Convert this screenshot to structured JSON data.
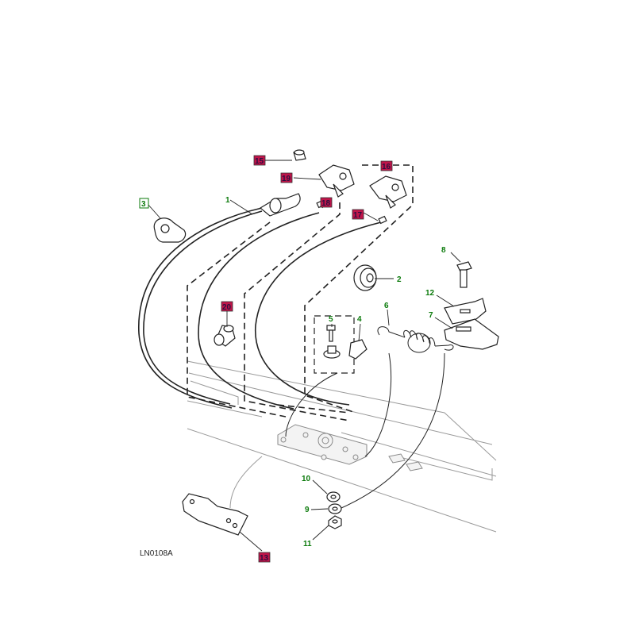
{
  "diagram_code": "LN0108A",
  "callouts": [
    {
      "id": "c1",
      "text": "1",
      "style": "green"
    },
    {
      "id": "c2",
      "text": "2",
      "style": "green"
    },
    {
      "id": "c3",
      "text": "3",
      "style": "green-box"
    },
    {
      "id": "c4",
      "text": "4",
      "style": "green"
    },
    {
      "id": "c5",
      "text": "5",
      "style": "green"
    },
    {
      "id": "c6",
      "text": "6",
      "style": "green"
    },
    {
      "id": "c7",
      "text": "7",
      "style": "green"
    },
    {
      "id": "c8",
      "text": "8",
      "style": "green"
    },
    {
      "id": "c9",
      "text": "9",
      "style": "green"
    },
    {
      "id": "c10",
      "text": "10",
      "style": "green"
    },
    {
      "id": "c11",
      "text": "11",
      "style": "green"
    },
    {
      "id": "c12",
      "text": "12",
      "style": "green"
    },
    {
      "id": "c13",
      "text": "13",
      "style": "red-box"
    },
    {
      "id": "c15",
      "text": "15",
      "style": "red-box"
    },
    {
      "id": "c16",
      "text": "16",
      "style": "red-box"
    },
    {
      "id": "c17",
      "text": "17",
      "style": "red-box"
    },
    {
      "id": "c18",
      "text": "18",
      "style": "red-box"
    },
    {
      "id": "c19",
      "text": "19",
      "style": "red-box"
    },
    {
      "id": "c20",
      "text": "20",
      "style": "red-box"
    }
  ],
  "colors": {
    "highlight_red": "#c0144a",
    "label_green": "#0b7a0b",
    "line": "#222222",
    "phantom": "#9a9a9a"
  }
}
